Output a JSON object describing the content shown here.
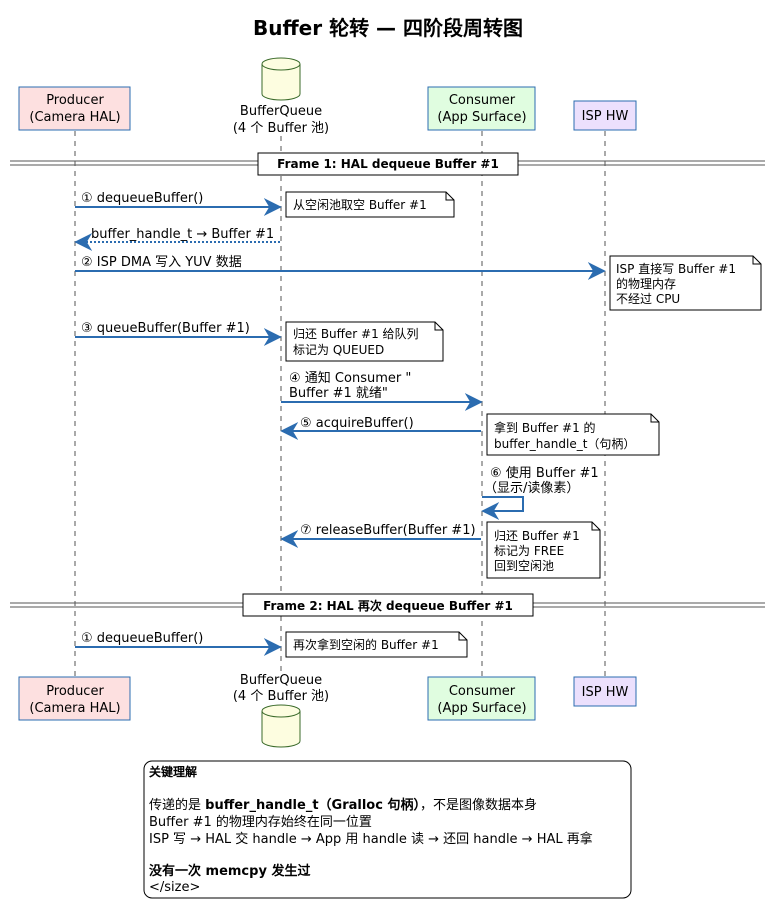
{
  "title": "Buffer 轮转 — 四阶段周转图",
  "colors": {
    "arrow": "#2b6cb0",
    "lifeline": "#555555",
    "producer_fill": "#fde0e0",
    "producer_stroke": "#2b6cb0",
    "queue_fill": "#fdfde0",
    "queue_stroke": "#3a6a2a",
    "consumer_fill": "#e0fde0",
    "consumer_stroke": "#2b6cb0",
    "isp_fill": "#ece0fd",
    "isp_stroke": "#2b6cb0",
    "note_fill": "#ffffff"
  },
  "participants": {
    "producer": {
      "line1": "Producer",
      "line2": "(Camera HAL)"
    },
    "queue": {
      "line1": "BufferQueue",
      "line2": "(4 个 Buffer 池)"
    },
    "consumer": {
      "line1": "Consumer",
      "line2": "(App Surface)"
    },
    "isp": {
      "line1": "ISP HW"
    }
  },
  "frames": [
    {
      "label": "Frame 1: HAL dequeue Buffer #1"
    },
    {
      "label": "Frame 2: HAL 再次 dequeue Buffer #1"
    }
  ],
  "messages": [
    {
      "from": "producer",
      "to": "queue",
      "style": "solid",
      "label": [
        "① dequeueBuffer()"
      ]
    },
    {
      "from": "queue",
      "to": "producer",
      "style": "dotted",
      "label": [
        "buffer_handle_t → Buffer #1"
      ]
    },
    {
      "from": "producer",
      "to": "isp",
      "style": "solid",
      "label": [
        "② ISP DMA 写入 YUV 数据"
      ]
    },
    {
      "from": "producer",
      "to": "queue",
      "style": "solid",
      "label": [
        "③ queueBuffer(Buffer #1)"
      ]
    },
    {
      "from": "queue",
      "to": "consumer",
      "style": "solid",
      "label": [
        "④ 通知 Consumer \"",
        "Buffer #1 就绪\""
      ]
    },
    {
      "from": "consumer",
      "to": "queue",
      "style": "solid",
      "label": [
        "⑤ acquireBuffer()"
      ]
    },
    {
      "from": "consumer",
      "to": "consumer",
      "style": "self",
      "label": [
        "⑥ 使用 Buffer #1",
        "（显示/读像素）"
      ]
    },
    {
      "from": "consumer",
      "to": "queue",
      "style": "solid",
      "label": [
        "⑦ releaseBuffer(Buffer #1)"
      ]
    },
    {
      "from": "producer",
      "to": "queue",
      "style": "solid",
      "label": [
        "① dequeueBuffer()"
      ]
    }
  ],
  "notes": [
    {
      "lines": [
        "从空闲池取空 Buffer #1"
      ]
    },
    {
      "lines": [
        "ISP 直接写 Buffer #1",
        "的物理内存",
        "不经过 CPU"
      ]
    },
    {
      "lines": [
        "归还 Buffer #1 给队列",
        "标记为 QUEUED"
      ]
    },
    {
      "lines": [
        "拿到 Buffer #1 的",
        "buffer_handle_t（句柄）"
      ]
    },
    {
      "lines": [
        "归还 Buffer #1",
        "标记为 FREE",
        "回到空闲池"
      ]
    },
    {
      "lines": [
        "再次拿到空闲的 Buffer #1"
      ]
    }
  ],
  "summary": {
    "heading": "关键理解",
    "line1_prefix": "传递的是 ",
    "line1_bold": "buffer_handle_t（Gralloc 句柄）",
    "line1_suffix": "，不是图像数据本身",
    "line2": "Buffer #1 的物理内存始终在同一位置",
    "line3": "ISP 写 → HAL 交 handle → App 用 handle 读 → 还回 handle → HAL 再拿",
    "line4": "没有一次 memcpy 发生过",
    "line5": "</size>"
  }
}
